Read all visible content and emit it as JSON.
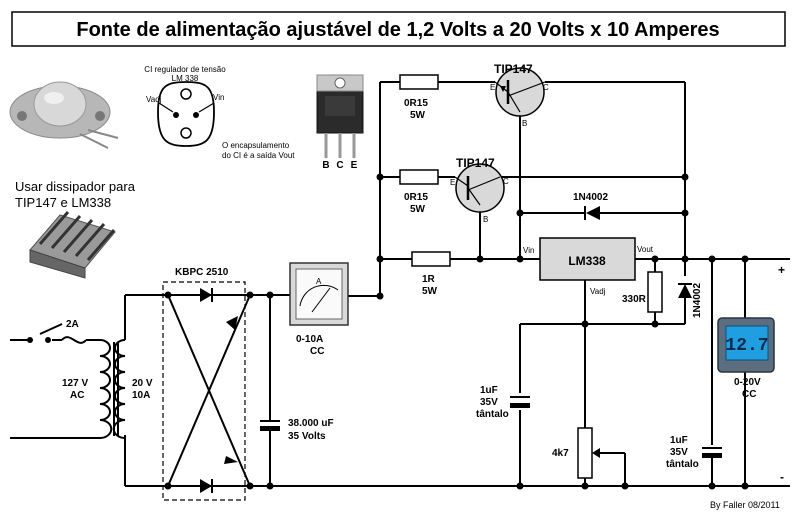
{
  "title": "Fonte de alimentação ajustável de 1,2 Volts a 20 Volts x 10 Amperes",
  "photos": {
    "cap_note_title": "CI regulador de tensão",
    "cap_note_part": "LM 338",
    "pin_vadj": "Vadj",
    "pin_vin": "Vin",
    "case_note_1": "O encapsulamento",
    "case_note_2": "do CI é a saída Vout",
    "tip_pins": [
      "B",
      "C",
      "E"
    ],
    "heatsink_note_1": "Usar dissipador para",
    "heatsink_note_2": "TIP147 e LM338"
  },
  "components": {
    "r1_value": "0R15",
    "r1_power": "5W",
    "r2_value": "0R15",
    "r2_power": "5W",
    "q1_name": "TIP147",
    "q2_name": "TIP147",
    "pin_e": "E",
    "pin_c": "C",
    "pin_b": "B",
    "diode1_name": "1N4002",
    "diode2_name": "1N4002",
    "ic_name": "LM338",
    "ic_vin": "Vin",
    "ic_vout": "Vout",
    "ic_vadj": "Vadj",
    "r3_value": "1R",
    "r3_power": "5W",
    "r4_value": "330R",
    "bridge_name": "KBPC 2510",
    "ammeter_range": "0-10A",
    "ammeter_type": "CC",
    "cap_main_value": "38.000 uF",
    "cap_main_voltage": "35 Volts",
    "cap_adj_value": "1uF",
    "cap_adj_voltage": "35V",
    "cap_adj_type": "tântalo",
    "cap_out_value": "1uF",
    "cap_out_voltage": "35V",
    "cap_out_type": "tântalo",
    "pot_value": "4k7",
    "fuse_value": "2A",
    "mains_voltage": "127 V",
    "mains_type": "AC",
    "transformer_voltage": "20 V",
    "transformer_current": "10A",
    "voltmeter_reading": "12.7",
    "voltmeter_range": "0-20V",
    "voltmeter_type": "CC",
    "plus_sign": "+",
    "minus_sign": "-"
  },
  "credit": "By Faller 08/2011",
  "colors": {
    "lcd_background": "#1f9fe0",
    "lcd_bezel": "#5a6e80",
    "lcd_digits": "#0a2a4a"
  }
}
